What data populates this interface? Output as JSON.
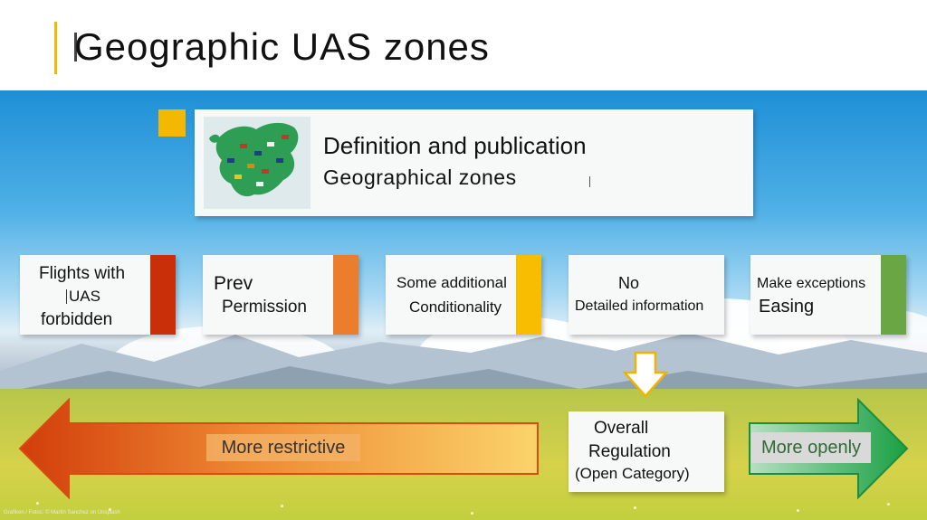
{
  "header": {
    "title": "Geographic UAS zones"
  },
  "definition": {
    "title": "Definition and publication",
    "subtitle": "Geographical zones",
    "image_icon": "europe-map-icon"
  },
  "zones": [
    {
      "line1": "Flights with",
      "line2": "UAS",
      "line3": "forbidden",
      "color": "#c9300a"
    },
    {
      "line1": "Prev",
      "line2": "Permission",
      "line3": "",
      "color": "#ec7d2c"
    },
    {
      "line1": "Some additional",
      "line2": "Conditionality",
      "line3": "",
      "color": "#f9bd00"
    },
    {
      "line1": "No",
      "line2": "Detailed information",
      "line3": "",
      "color": "#ffffff"
    },
    {
      "line1": "Make exceptions",
      "line2": "Easing",
      "line3": "",
      "color": "#6aa744"
    }
  ],
  "scale": {
    "restrictive_label": "More restrictive",
    "openly_label": "More openly",
    "overall": {
      "line1": "Overall",
      "line2": "Regulation",
      "line3": "(Open Category)"
    }
  },
  "colors": {
    "accent": "#f5b800",
    "restrictive": "#d9480f",
    "open": "#2e9e4f"
  },
  "footer": {
    "credit": "Grafiken / Fotos: © Martin Sanchez on Unsplash"
  }
}
